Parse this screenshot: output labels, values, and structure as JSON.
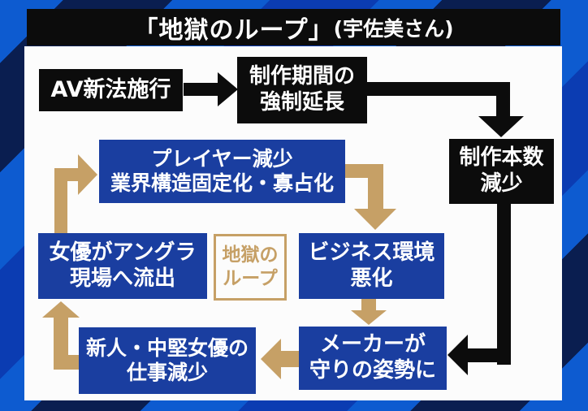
{
  "title": {
    "main": "「地獄のループ」",
    "attribution": "(宇佐美さん)"
  },
  "colors": {
    "box_black": "#0c0c0c",
    "box_blue": "#1a3ea0",
    "accent_tan": "#c6a066",
    "panel_white": "#fcfcfc",
    "bg_bright_blue": "#0d5bd0",
    "bg_royal_blue": "#0b3cb2",
    "bg_navy": "#0a1e50",
    "text_white": "#ffffff"
  },
  "nodes": {
    "av_law": {
      "line1": "AV新法施行"
    },
    "production_period": {
      "line1": "制作期間の",
      "line2": "強制延長"
    },
    "production_count": {
      "line1": "制作本数",
      "line2": "減少"
    },
    "player_decline": {
      "line1": "プレイヤー減少",
      "line2": "業界構造固定化・寡占化"
    },
    "business_env": {
      "line1": "ビジネス環境",
      "line2": "悪化"
    },
    "maker_defensive": {
      "line1": "メーカーが",
      "line2": "守りの姿勢に"
    },
    "newcomer_jobs": {
      "line1": "新人・中堅女優の",
      "line2": "仕事減少"
    },
    "actress_outflow": {
      "line1": "女優がアングラ",
      "line2": "現場へ流出"
    },
    "loop_center": {
      "line1": "地獄の",
      "line2": "ループ"
    }
  },
  "edges": [
    {
      "from": "av_law",
      "to": "production_period",
      "style": "black"
    },
    {
      "from": "production_period",
      "to": "production_count",
      "style": "black"
    },
    {
      "from": "production_count",
      "to": "maker_defensive",
      "style": "black"
    },
    {
      "from": "player_decline",
      "to": "business_env",
      "style": "tan"
    },
    {
      "from": "business_env",
      "to": "maker_defensive",
      "style": "tan"
    },
    {
      "from": "maker_defensive",
      "to": "newcomer_jobs",
      "style": "tan"
    },
    {
      "from": "newcomer_jobs",
      "to": "actress_outflow",
      "style": "tan"
    },
    {
      "from": "actress_outflow",
      "to": "player_decline",
      "style": "tan"
    }
  ]
}
